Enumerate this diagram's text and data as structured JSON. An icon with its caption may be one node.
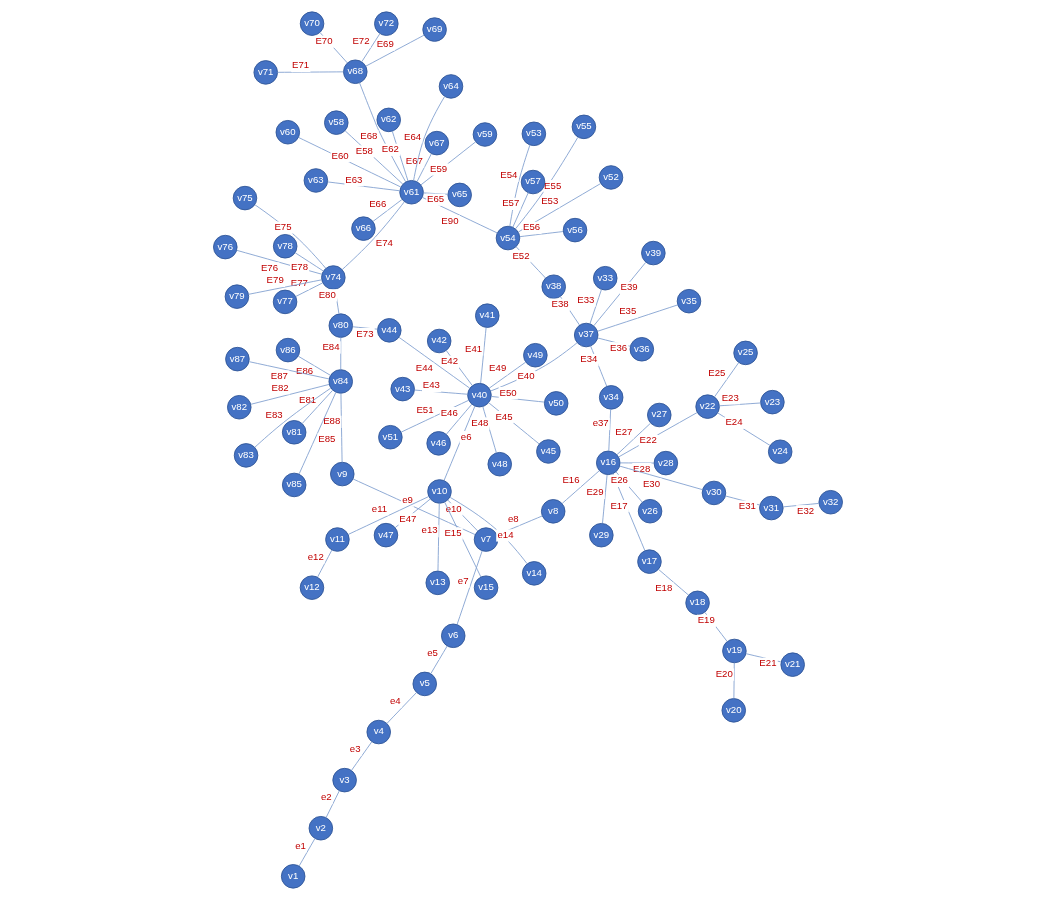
{
  "diagram": {
    "nodes": [
      {
        "text": [
          "v1"
        ]
      },
      {
        "text": [
          "v2"
        ]
      },
      {
        "text": [
          "v3"
        ]
      },
      {
        "text": [
          "v4"
        ]
      },
      {
        "text": [
          "v5"
        ]
      },
      {
        "text": [
          "v6"
        ]
      },
      {
        "text": [
          "v7"
        ]
      },
      {
        "text": [
          "v8"
        ]
      },
      {
        "text": [
          "v9"
        ]
      },
      {
        "text": [
          "v10"
        ]
      },
      {
        "text": [
          "v11"
        ]
      },
      {
        "text": [
          "v12"
        ]
      },
      {
        "text": [
          "v13"
        ]
      },
      {
        "text": [
          "v14"
        ]
      },
      {
        "text": [
          "v15"
        ]
      },
      {
        "text": [
          "v16"
        ]
      },
      {
        "text": [
          "v17"
        ]
      },
      {
        "text": [
          "v18"
        ]
      },
      {
        "text": [
          "v19"
        ]
      },
      {
        "text": [
          "v20"
        ]
      },
      {
        "text": [
          "v21"
        ]
      },
      {
        "text": [
          "v22"
        ]
      },
      {
        "text": [
          "v23"
        ]
      },
      {
        "text": [
          "v24"
        ]
      },
      {
        "text": [
          "v25"
        ]
      },
      {
        "text": [
          "v26"
        ]
      },
      {
        "text": [
          "v27"
        ]
      },
      {
        "text": [
          "v28"
        ]
      },
      {
        "text": [
          "v29"
        ]
      },
      {
        "text": [
          "v30"
        ]
      },
      {
        "text": [
          "v31"
        ]
      },
      {
        "text": [
          "v32"
        ]
      },
      {
        "text": [
          "v33"
        ]
      },
      {
        "text": [
          "v34"
        ]
      },
      {
        "text": [
          "v35"
        ]
      },
      {
        "text": [
          "v36"
        ]
      },
      {
        "text": [
          "v37"
        ]
      },
      {
        "text": [
          "v38"
        ]
      },
      {
        "text": [
          "v39"
        ]
      },
      {
        "text": [
          "v40"
        ]
      },
      {
        "text": [
          "v41"
        ]
      },
      {
        "text": [
          "v42"
        ]
      },
      {
        "text": [
          "v43"
        ]
      },
      {
        "text": [
          "v44"
        ]
      },
      {
        "text": [
          "v45"
        ]
      },
      {
        "text": [
          "v46"
        ]
      },
      {
        "text": [
          "v47"
        ]
      },
      {
        "text": [
          "v48"
        ]
      },
      {
        "text": [
          "v49"
        ]
      },
      {
        "text": [
          "v50"
        ]
      },
      {
        "text": [
          "v51"
        ]
      },
      {
        "text": [
          "v52"
        ]
      },
      {
        "text": [
          "v53"
        ]
      },
      {
        "text": [
          "v54"
        ]
      },
      {
        "text": [
          "v55"
        ]
      },
      {
        "text": [
          "v56"
        ]
      },
      {
        "text": [
          "v57"
        ]
      },
      {
        "text": [
          "v58"
        ]
      },
      {
        "text": [
          "v59"
        ]
      },
      {
        "text": [
          "v60"
        ]
      },
      {
        "text": [
          "v61"
        ]
      },
      {
        "text": [
          "v62"
        ]
      },
      {
        "text": [
          "v63"
        ]
      },
      {
        "text": [
          "v64"
        ]
      },
      {
        "text": [
          "v65"
        ]
      },
      {
        "text": [
          "v66"
        ]
      },
      {
        "text": [
          "v67"
        ]
      },
      {
        "text": [
          "v68"
        ]
      },
      {
        "text": [
          "v69"
        ]
      },
      {
        "text": [
          "v70"
        ]
      },
      {
        "text": [
          "v71"
        ]
      },
      {
        "text": [
          "v72"
        ]
      },
      {
        "text": [
          "v74"
        ]
      },
      {
        "text": [
          "v75"
        ]
      },
      {
        "text": [
          "v76"
        ]
      },
      {
        "text": [
          "v77"
        ]
      },
      {
        "text": [
          "v78"
        ]
      },
      {
        "text": [
          "v79"
        ]
      },
      {
        "text": [
          "v80"
        ]
      },
      {
        "text": [
          "v81"
        ]
      },
      {
        "text": [
          "v82"
        ]
      },
      {
        "text": [
          "v83"
        ]
      },
      {
        "text": [
          "v84"
        ]
      },
      {
        "text": [
          "v85"
        ]
      },
      {
        "text": [
          "v86"
        ]
      },
      {
        "text": [
          "v87"
        ]
      }
    ],
    "edges": [
      {
        "from": 0,
        "to": 1,
        "label": "e1",
        "arrow": "none"
      },
      {
        "from": 1,
        "to": 2,
        "label": "e2",
        "arrow": "none"
      },
      {
        "from": 2,
        "to": 3,
        "label": "e3",
        "arrow": "none"
      },
      {
        "from": 3,
        "to": 4,
        "label": "e4",
        "arrow": "none"
      },
      {
        "from": 4,
        "to": 5,
        "label": "e5",
        "arrow": "none"
      },
      {
        "from": 5,
        "to": 6,
        "label": "e7",
        "arrow": "none"
      },
      {
        "from": 6,
        "to": 7,
        "label": "e8",
        "arrow": "none"
      },
      {
        "from": 8,
        "to": 6,
        "label": "e9",
        "arrow": "none"
      },
      {
        "from": 6,
        "to": 9,
        "label": "e10",
        "arrow": "none"
      },
      {
        "from": 9,
        "to": 10,
        "label": "e11",
        "arrow": "none"
      },
      {
        "from": 10,
        "to": 11,
        "label": "e12",
        "arrow": "none"
      },
      {
        "from": 9,
        "to": 12,
        "label": "e13",
        "arrow": "none"
      },
      {
        "from": 9,
        "to": 13,
        "label": "e14",
        "arrow": "none"
      },
      {
        "from": 14,
        "to": 9,
        "label": "E15",
        "arrow": "none"
      },
      {
        "from": 9,
        "to": 39,
        "label": "e6",
        "arrow": "none"
      },
      {
        "from": 7,
        "to": 15,
        "label": "E16",
        "arrow": "none"
      },
      {
        "from": 15,
        "to": 16,
        "label": "E17",
        "arrow": "none"
      },
      {
        "from": 16,
        "to": 17,
        "label": "E18",
        "arrow": "none"
      },
      {
        "from": 17,
        "to": 18,
        "label": "E19",
        "arrow": "none"
      },
      {
        "from": 18,
        "to": 19,
        "label": "E20",
        "arrow": "none"
      },
      {
        "from": 18,
        "to": 20,
        "label": "E21",
        "arrow": "none"
      },
      {
        "from": 15,
        "to": 21,
        "label": "E22",
        "arrow": "none"
      },
      {
        "from": 21,
        "to": 22,
        "label": "E23",
        "arrow": "none"
      },
      {
        "from": 21,
        "to": 23,
        "label": "E24",
        "arrow": "none"
      },
      {
        "from": 21,
        "to": 24,
        "label": "E25",
        "arrow": "none"
      },
      {
        "from": 15,
        "to": 25,
        "label": "E26",
        "arrow": "none"
      },
      {
        "from": 15,
        "to": 26,
        "label": "E27",
        "arrow": "none"
      },
      {
        "from": 15,
        "to": 27,
        "label": "E28",
        "arrow": "none"
      },
      {
        "from": 15,
        "to": 28,
        "label": "E29",
        "arrow": "none"
      },
      {
        "from": 15,
        "to": 29,
        "label": "E30",
        "arrow": "none"
      },
      {
        "from": 29,
        "to": 30,
        "label": "E31",
        "arrow": "none"
      },
      {
        "from": 30,
        "to": 31,
        "label": "E32",
        "arrow": "none"
      },
      {
        "from": 36,
        "to": 32,
        "label": "E33",
        "arrow": "none"
      },
      {
        "from": 33,
        "to": 36,
        "label": "E34",
        "arrow": "none"
      },
      {
        "from": 15,
        "to": 33,
        "label": "e37",
        "arrow": "none"
      },
      {
        "from": 36,
        "to": 34,
        "label": "E35",
        "arrow": "none"
      },
      {
        "from": 36,
        "to": 35,
        "label": "E36",
        "arrow": "none"
      },
      {
        "from": 36,
        "to": 37,
        "label": "E38",
        "arrow": "none"
      },
      {
        "from": 38,
        "to": 36,
        "label": "E39",
        "arrow": "none"
      },
      {
        "from": 39,
        "to": 36,
        "label": "E40",
        "arrow": "none"
      },
      {
        "from": 39,
        "to": 40,
        "label": "E41",
        "arrow": "none"
      },
      {
        "from": 39,
        "to": 41,
        "label": "E42",
        "arrow": "none"
      },
      {
        "from": 42,
        "to": 39,
        "label": "E43",
        "arrow": "none"
      },
      {
        "from": 43,
        "to": 39,
        "label": "E44",
        "arrow": "none"
      },
      {
        "from": 44,
        "to": 39,
        "label": "E45",
        "arrow": "none"
      },
      {
        "from": 45,
        "to": 39,
        "label": "E46",
        "arrow": "none"
      },
      {
        "from": 46,
        "to": 9,
        "label": "E47",
        "arrow": "none"
      },
      {
        "from": 39,
        "to": 47,
        "label": "E48",
        "arrow": "none"
      },
      {
        "from": 39,
        "to": 48,
        "label": "E49",
        "arrow": "none"
      },
      {
        "from": 39,
        "to": 49,
        "label": "E50",
        "arrow": "none"
      },
      {
        "from": 39,
        "to": 50,
        "label": "E51",
        "arrow": "none"
      },
      {
        "from": 37,
        "to": 53,
        "label": "E52",
        "arrow": "none"
      },
      {
        "from": 53,
        "to": 51,
        "label": "E53",
        "arrow": "none"
      },
      {
        "from": 53,
        "to": 52,
        "label": "E54",
        "arrow": "none"
      },
      {
        "from": 54,
        "to": 53,
        "label": "E55",
        "arrow": "none"
      },
      {
        "from": 55,
        "to": 53,
        "label": "E56",
        "arrow": "none"
      },
      {
        "from": 56,
        "to": 53,
        "label": "E57",
        "arrow": "none"
      },
      {
        "from": 57,
        "to": 60,
        "label": "E58",
        "arrow": "none"
      },
      {
        "from": 58,
        "to": 60,
        "label": "E59",
        "arrow": "none"
      },
      {
        "from": 59,
        "to": 60,
        "label": "E60",
        "arrow": "none"
      },
      {
        "from": 61,
        "to": 60,
        "label": "E62",
        "arrow": "none"
      },
      {
        "from": 62,
        "to": 60,
        "label": "E63",
        "arrow": "none"
      },
      {
        "from": 63,
        "to": 60,
        "label": "E64",
        "arrow": "none"
      },
      {
        "from": 64,
        "to": 60,
        "label": "E65",
        "arrow": "none"
      },
      {
        "from": 60,
        "to": 53,
        "label": "E90",
        "arrow": "none"
      },
      {
        "from": 60,
        "to": 65,
        "label": "E66",
        "arrow": "none"
      },
      {
        "from": 60,
        "to": 66,
        "label": "E67",
        "arrow": "none"
      },
      {
        "from": 60,
        "to": 67,
        "label": "E68",
        "arrow": "none"
      },
      {
        "from": 67,
        "to": 68,
        "label": "E69",
        "arrow": "none"
      },
      {
        "from": 67,
        "to": 69,
        "label": "E70",
        "arrow": "none"
      },
      {
        "from": 67,
        "to": 70,
        "label": "E71",
        "arrow": "none"
      },
      {
        "from": 67,
        "to": 71,
        "label": "E72",
        "arrow": "none"
      },
      {
        "from": 78,
        "to": 43,
        "label": "E73",
        "arrow": "none"
      },
      {
        "from": 72,
        "to": 60,
        "label": "E74",
        "arrow": "none"
      },
      {
        "from": 72,
        "to": 73,
        "label": "E75",
        "arrow": "none"
      },
      {
        "from": 72,
        "to": 74,
        "label": "E76",
        "arrow": "none"
      },
      {
        "from": 72,
        "to": 75,
        "label": "E77",
        "arrow": "none"
      },
      {
        "from": 72,
        "to": 76,
        "label": "E78",
        "arrow": "none"
      },
      {
        "from": 72,
        "to": 77,
        "label": "E79",
        "arrow": "none"
      },
      {
        "from": 78,
        "to": 72,
        "label": "E80",
        "arrow": "none"
      },
      {
        "from": 82,
        "to": 79,
        "label": "E81",
        "arrow": "none"
      },
      {
        "from": 82,
        "to": 80,
        "label": "E82",
        "arrow": "none"
      },
      {
        "from": 82,
        "to": 81,
        "label": "E83",
        "arrow": "none"
      },
      {
        "from": 82,
        "to": 78,
        "label": "E84",
        "arrow": "none"
      },
      {
        "from": 83,
        "to": 82,
        "label": "E85",
        "arrow": "none"
      },
      {
        "from": 84,
        "to": 82,
        "label": "E86",
        "arrow": "none"
      },
      {
        "from": 85,
        "to": 82,
        "label": "E87",
        "arrow": "none"
      },
      {
        "from": 82,
        "to": 8,
        "label": "E88",
        "arrow": "none"
      }
    ]
  }
}
